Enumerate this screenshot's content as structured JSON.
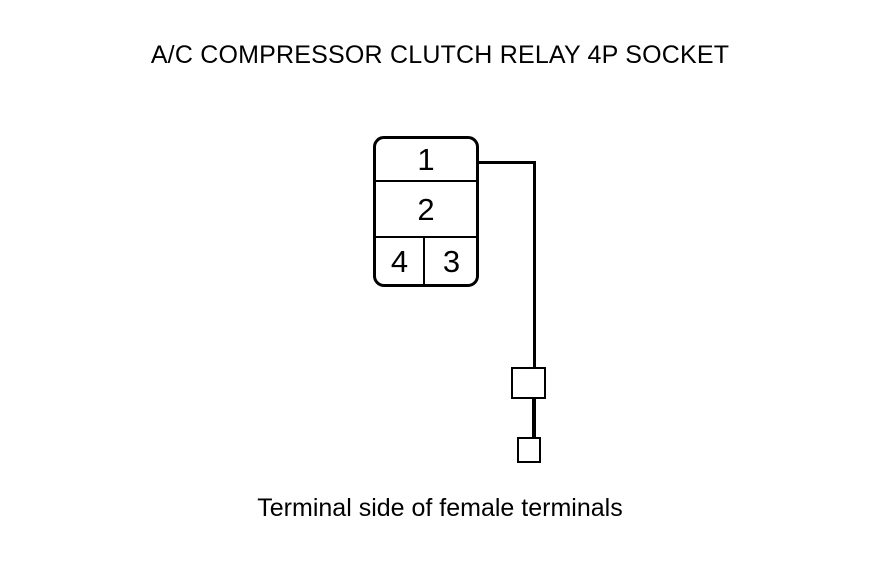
{
  "diagram": {
    "title": "A/C COMPRESSOR CLUTCH RELAY 4P SOCKET",
    "caption": "Terminal side of female terminals",
    "background_color": "#ffffff",
    "line_color": "#000000",
    "socket": {
      "pin_count": 4,
      "cells": [
        {
          "id": "1",
          "label": "1",
          "position": "top-full-width"
        },
        {
          "id": "2",
          "label": "2",
          "position": "middle-full-width"
        },
        {
          "id": "4",
          "label": "4",
          "position": "bottom-left"
        },
        {
          "id": "3",
          "label": "3",
          "position": "bottom-right"
        }
      ]
    },
    "lead": {
      "from_pin": "1",
      "terminals": [
        {
          "id": "terminal-upper",
          "shape": "rectangle"
        },
        {
          "id": "terminal-lower",
          "shape": "rectangle"
        }
      ]
    }
  }
}
